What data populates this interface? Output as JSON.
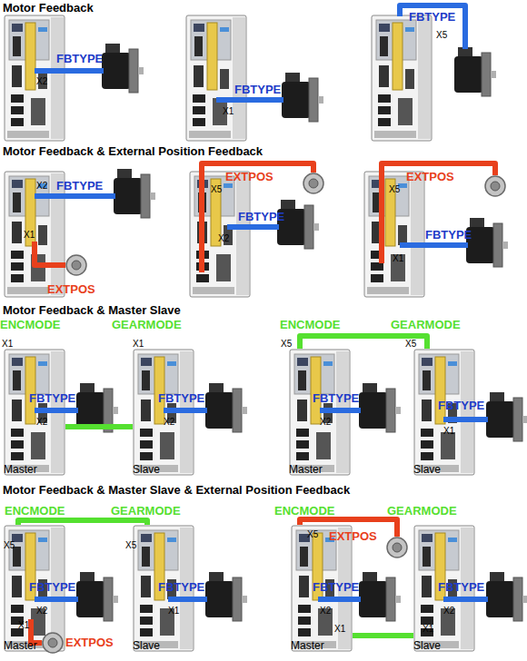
{
  "diagram": {
    "nodes": [
      {
        "text": [
          "Master"
        ]
      },
      {
        "text": [
          "Slave"
        ]
      },
      {
        "text": [
          "Master"
        ]
      },
      {
        "text": [
          "Slave"
        ]
      },
      {
        "text": [
          "Master"
        ]
      },
      {
        "text": [
          "Slave"
        ]
      },
      {
        "text": [
          "Master"
        ]
      },
      {
        "text": [
          "Slave"
        ]
      }
    ],
    "edges": [
      {
        "from": 0,
        "to": 1,
        "arrow": "none"
      },
      {
        "from": 2,
        "to": 3,
        "arrow": "none"
      },
      {
        "from": 4,
        "to": 5,
        "arrow": "none"
      },
      {
        "from": 6,
        "to": 7,
        "arrow": "none"
      }
    ],
    "labels": [
      "Motor Feedback",
      "FBTYPE",
      "X2",
      "FBTYPE",
      "X1",
      "FBTYPE",
      "X5",
      "Motor Feedback & External Position Feedback",
      "X2",
      "FBTYPE",
      "X1",
      "EXTPOS",
      "EXTPOS",
      "X5",
      "FBTYPE",
      "X2",
      "EXTPOS",
      "X5",
      "FBTYPE",
      "X1",
      "Motor Feedback & Master Slave",
      "ENCMODE",
      "GEARMODE",
      "X1",
      "X1",
      "FBTYPE",
      "X2",
      "FBTYPE",
      "X2",
      "ENCMODE",
      "GEARMODE",
      "X5",
      "X5",
      "FBTYPE",
      "X2",
      "FBTYPE",
      "X1",
      "Motor Feedback & Master Slave & External Position Feedback",
      "ENCMODE",
      "GEARMODE",
      "X5",
      "X5",
      "FBTYPE",
      "X2",
      "X1",
      "EXTPOS",
      "FBTYPE",
      "X1",
      "ENCMODE",
      "GEARMODE",
      "X5",
      "EXTPOS",
      "FBTYPE",
      "X2",
      "X1",
      "X1",
      "FBTYPE",
      "X2"
    ]
  }
}
